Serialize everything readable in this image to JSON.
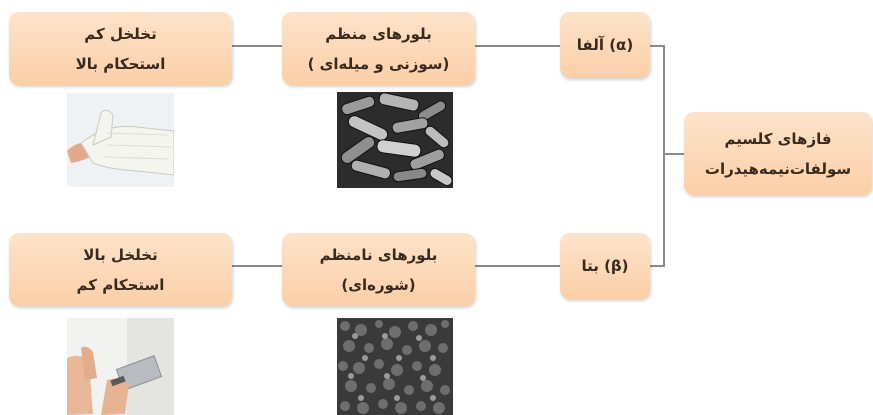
{
  "root": {
    "line1": "فازهای کلسیم",
    "line2": "سولفات‌نیمه‌هیدرات"
  },
  "alpha": {
    "phase_label": "آلفا (α)",
    "crystal_line1": "بلورهای منظم",
    "crystal_line2": "( سوزنی و میله‌ای)",
    "prop_line1": "تخلخل کم",
    "prop_line2": "استحکام بالا"
  },
  "beta": {
    "phase_label": "بتا (β)",
    "crystal_line1": "بلورهای نامنظم",
    "crystal_line2": "(شوره‌ای)",
    "prop_line1": "تخلخل بالا",
    "prop_line2": "استحکام کم"
  },
  "images": {
    "alpha_crystal": "sem-image-needle-rod-crystals",
    "beta_crystal": "sem-image-irregular-crystals",
    "alpha_application": "cast-on-arm-photo",
    "beta_application": "wall-plastering-photo"
  },
  "colors": {
    "box_fill": "#fbd4b0",
    "connector": "#8a8a8a",
    "text": "#3a2a1e"
  }
}
